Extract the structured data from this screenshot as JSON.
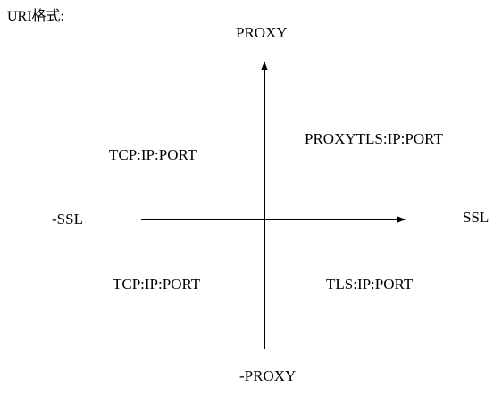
{
  "title": "URI格式:",
  "axes": {
    "top": "PROXY",
    "bottom": "-PROXY",
    "left": "-SSL",
    "right": "SSL"
  },
  "quadrants": {
    "top_left": "TCP:IP:PORT",
    "top_right": "PROXYTLS:IP:PORT",
    "bottom_left": "TCP:IP:PORT",
    "bottom_right": "TLS:IP:PORT"
  },
  "colors": {
    "line": "#000000",
    "text": "#000000",
    "background": "#ffffff"
  }
}
